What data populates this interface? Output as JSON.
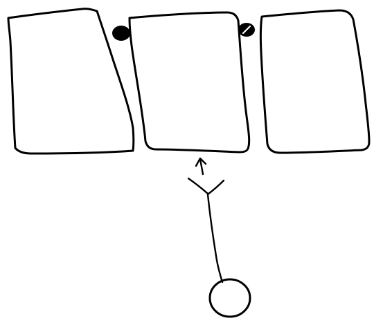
{
  "diagram": {
    "style": "hand-drawn sketch",
    "ink_color": "#000000",
    "background_color": "#ffffff",
    "panels": [
      {
        "id": "panel-left",
        "shape": "rounded-rectangle"
      },
      {
        "id": "panel-middle",
        "shape": "rounded-rectangle"
      },
      {
        "id": "panel-right",
        "shape": "rounded-rectangle"
      }
    ],
    "connectors": [
      {
        "between": [
          "panel-left",
          "panel-middle"
        ],
        "shape": "filled-dot",
        "fill": "solid"
      },
      {
        "between": [
          "panel-middle",
          "panel-right"
        ],
        "shape": "filled-dot",
        "fill": "solid-with-highlight"
      }
    ],
    "pointer": {
      "target": "panel-middle",
      "parts": [
        "arrow-up",
        "y-fork",
        "stem",
        "circle-head"
      ]
    }
  }
}
